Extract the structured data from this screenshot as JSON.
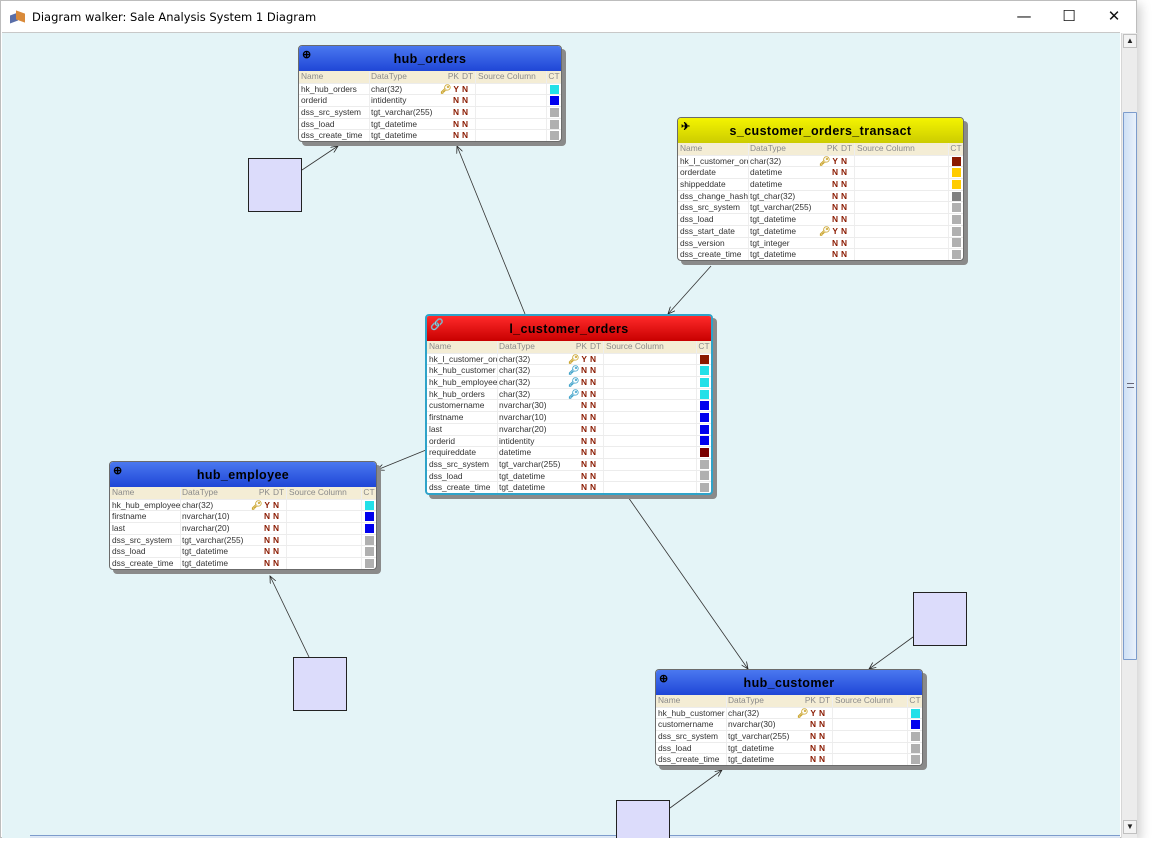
{
  "window": {
    "title": "Diagram walker: Sale Analysis System 1 Diagram",
    "minimize": "—",
    "maximize": "☐",
    "close": "✕"
  },
  "columns": {
    "name": "Name",
    "type": "DataType",
    "pk": "PK",
    "dt": "DT",
    "src": "Source Column",
    "ct": "CT"
  },
  "colors": {
    "canvas": "#e4f4f7",
    "hub": "#2b56e0",
    "link": "#e00000",
    "sat": "#e6e600",
    "cyan": "#22e0e8",
    "blue": "#0000ee",
    "grey": "#b0b0b0",
    "dark": "#8b1a00",
    "gold": "#ffcc00"
  },
  "tables": [
    {
      "id": "hub_orders",
      "title": "hub_orders",
      "kind": "hub",
      "icon": "hub-icon",
      "rows": [
        [
          "hk_hub_orders",
          "char(32)",
          "Y",
          "N",
          "gold",
          "cyan"
        ],
        [
          "orderid",
          "intidentity",
          "N",
          "N",
          "",
          "blue"
        ],
        [
          "dss_src_system",
          "tgt_varchar(255)",
          "N",
          "N",
          "",
          "grey"
        ],
        [
          "dss_load",
          "tgt_datetime",
          "N",
          "N",
          "",
          "grey"
        ],
        [
          "dss_create_time",
          "tgt_datetime",
          "N",
          "N",
          "",
          "grey"
        ]
      ]
    },
    {
      "id": "s_customer_orders_transact",
      "title": "s_customer_orders_transact",
      "kind": "sat",
      "icon": "satellite-icon",
      "rows": [
        [
          "hk_l_customer_orders",
          "char(32)",
          "Y",
          "N",
          "gold",
          "dark"
        ],
        [
          "orderdate",
          "datetime",
          "N",
          "N",
          "",
          "gold"
        ],
        [
          "shippeddate",
          "datetime",
          "N",
          "N",
          "",
          "gold"
        ],
        [
          "dss_change_hash",
          "tgt_char(32)",
          "N",
          "N",
          "",
          "#808080"
        ],
        [
          "dss_src_system",
          "tgt_varchar(255)",
          "N",
          "N",
          "",
          "grey"
        ],
        [
          "dss_load",
          "tgt_datetime",
          "N",
          "N",
          "",
          "grey"
        ],
        [
          "dss_start_date",
          "tgt_datetime",
          "Y",
          "N",
          "gold",
          "grey"
        ],
        [
          "dss_version",
          "tgt_integer",
          "N",
          "N",
          "",
          "grey"
        ],
        [
          "dss_create_time",
          "tgt_datetime",
          "N",
          "N",
          "",
          "grey"
        ]
      ]
    },
    {
      "id": "l_customer_orders",
      "title": "l_customer_orders",
      "kind": "link",
      "icon": "link-icon",
      "rows": [
        [
          "hk_l_customer_orders",
          "char(32)",
          "Y",
          "N",
          "gold",
          "dark"
        ],
        [
          "hk_hub_customer",
          "char(32)",
          "N",
          "N",
          "blue",
          "cyan"
        ],
        [
          "hk_hub_employee",
          "char(32)",
          "N",
          "N",
          "blue",
          "cyan"
        ],
        [
          "hk_hub_orders",
          "char(32)",
          "N",
          "N",
          "blue",
          "cyan"
        ],
        [
          "customername",
          "nvarchar(30)",
          "N",
          "N",
          "",
          "blue"
        ],
        [
          "firstname",
          "nvarchar(10)",
          "N",
          "N",
          "",
          "blue"
        ],
        [
          "last",
          "nvarchar(20)",
          "N",
          "N",
          "",
          "blue"
        ],
        [
          "orderid",
          "intidentity",
          "N",
          "N",
          "",
          "blue"
        ],
        [
          "requireddate",
          "datetime",
          "N",
          "N",
          "",
          "#7a0000"
        ],
        [
          "dss_src_system",
          "tgt_varchar(255)",
          "N",
          "N",
          "",
          "grey"
        ],
        [
          "dss_load",
          "tgt_datetime",
          "N",
          "N",
          "",
          "grey"
        ],
        [
          "dss_create_time",
          "tgt_datetime",
          "N",
          "N",
          "",
          "grey"
        ]
      ]
    },
    {
      "id": "hub_employee",
      "title": "hub_employee",
      "kind": "hub",
      "icon": "hub-icon",
      "rows": [
        [
          "hk_hub_employee",
          "char(32)",
          "Y",
          "N",
          "gold",
          "cyan"
        ],
        [
          "firstname",
          "nvarchar(10)",
          "N",
          "N",
          "",
          "blue"
        ],
        [
          "last",
          "nvarchar(20)",
          "N",
          "N",
          "",
          "blue"
        ],
        [
          "dss_src_system",
          "tgt_varchar(255)",
          "N",
          "N",
          "",
          "grey"
        ],
        [
          "dss_load",
          "tgt_datetime",
          "N",
          "N",
          "",
          "grey"
        ],
        [
          "dss_create_time",
          "tgt_datetime",
          "N",
          "N",
          "",
          "grey"
        ]
      ]
    },
    {
      "id": "hub_customer",
      "title": "hub_customer",
      "kind": "hub",
      "icon": "hub-icon",
      "rows": [
        [
          "hk_hub_customer",
          "char(32)",
          "Y",
          "N",
          "gold",
          "cyan"
        ],
        [
          "customername",
          "nvarchar(30)",
          "N",
          "N",
          "",
          "blue"
        ],
        [
          "dss_src_system",
          "tgt_varchar(255)",
          "N",
          "N",
          "",
          "grey"
        ],
        [
          "dss_load",
          "tgt_datetime",
          "N",
          "N",
          "",
          "grey"
        ],
        [
          "dss_create_time",
          "tgt_datetime",
          "N",
          "N",
          "",
          "grey"
        ]
      ]
    }
  ]
}
